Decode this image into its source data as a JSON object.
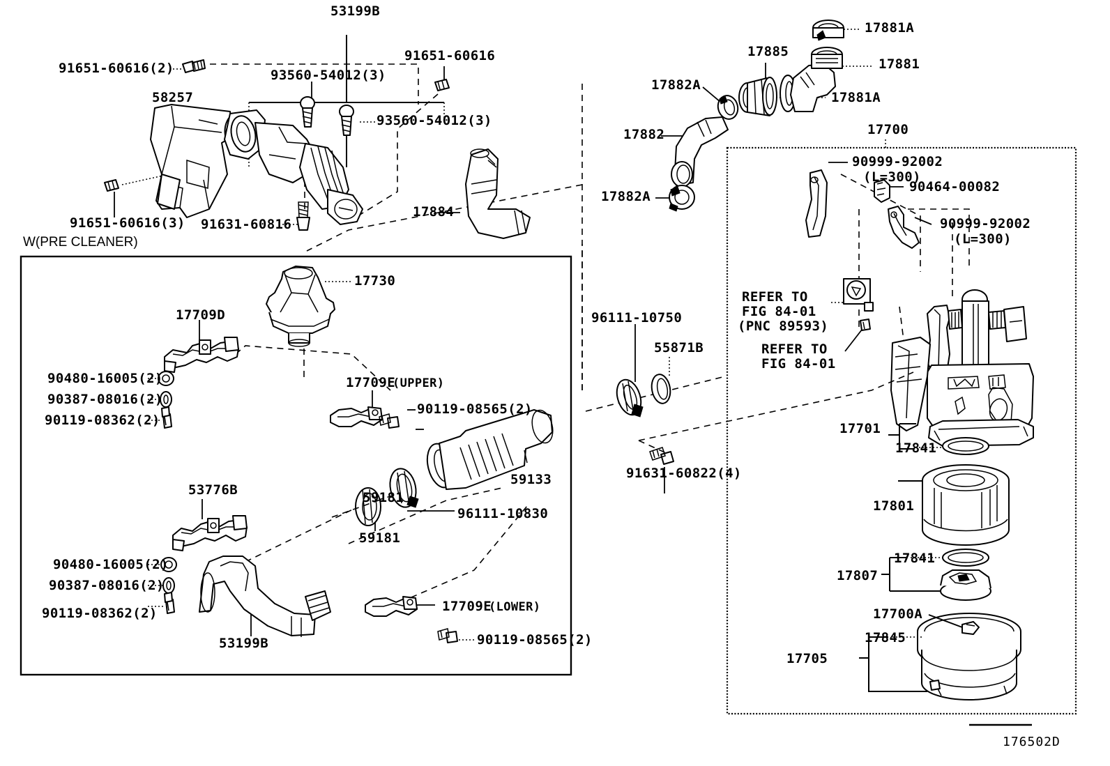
{
  "figure": {
    "id": "176502D"
  },
  "sections": {
    "pre_cleaner_caption": "W(PRE CLEANER)",
    "left_box_label": "",
    "air_cleaner_assy": "17700"
  },
  "labels": {
    "top_left": {
      "duct_assy": "53199B",
      "bolt_2": "91651-60616(2)",
      "bolt_right": "91651-60616",
      "clip_3_left": "93560-54012(3)",
      "clip_3_right": "93560-54012(3)",
      "inlet": "58257",
      "bolt_3": "91651-60616(3)",
      "bolt_91631": "91631-60816",
      "hose_17884": "17884"
    },
    "top_right": {
      "clamp_17881a_top": "17881A",
      "hose_17885": "17885",
      "pipe_17881": "17881",
      "clamp_17882a_upper": "17882A",
      "clamp_17881a_lower": "17881A",
      "hose_17882": "17882",
      "clamp_17882a_lower": "17882A"
    },
    "assy_box": {
      "title": "17700",
      "band_1": "90999-92002",
      "band_1_len": "(L=300)",
      "clip_90464": "90464-00082",
      "band_2": "90999-92002",
      "band_2_len": "(L=300)",
      "refer_1_line1": "REFER TO",
      "refer_1_line2": "FIG 84-01",
      "refer_1_line3": "(PNC 89593)",
      "refer_2_line1": "REFER TO",
      "refer_2_line2": "FIG 84-01",
      "cap_17701": "17701",
      "gasket_17841_upper": "17841",
      "element_17801": "17801",
      "gasket_17841_lower": "17841",
      "plate_17807": "17807",
      "case_17700a": "17700A",
      "gasket_17845": "17845",
      "case_17705": "17705"
    },
    "center": {
      "clamp_96111_10750": "96111-10750",
      "hose_55871b": "55871B",
      "bolt_91631_60822": "91631-60822(4)"
    },
    "pre_cleaner_box": {
      "cap_17730": "17730",
      "bracket_17709d": "17709D",
      "nut_90480_upper": "90480-16005(2)",
      "washer_90387_upper": "90387-08016(2)",
      "bolt_90119_upper": "90119-08362(2)",
      "clamp_17709e_upper": "17709E",
      "clamp_17709e_upper_suffix": "(UPPER)",
      "bolt_90119_08565_upper": "90119-08565(2)",
      "hose_59133": "59133",
      "clamp_96111_10830": "96111-10830",
      "ring_59181_right": "59181",
      "ring_59181_left": "59181",
      "bracket_53776b": "53776B",
      "nut_90480_lower": "90480-16005(2)",
      "washer_90387_lower": "90387-08016(2)",
      "bolt_90119_lower": "90119-08362(2)",
      "hose_53199b": "53199B",
      "clamp_17709e_lower": "17709E",
      "clamp_17709e_lower_suffix": "(LOWER)",
      "bolt_90119_08565_lower": "90119-08565(2)"
    }
  },
  "colors": {
    "ink": "#000000",
    "paper": "#ffffff"
  }
}
